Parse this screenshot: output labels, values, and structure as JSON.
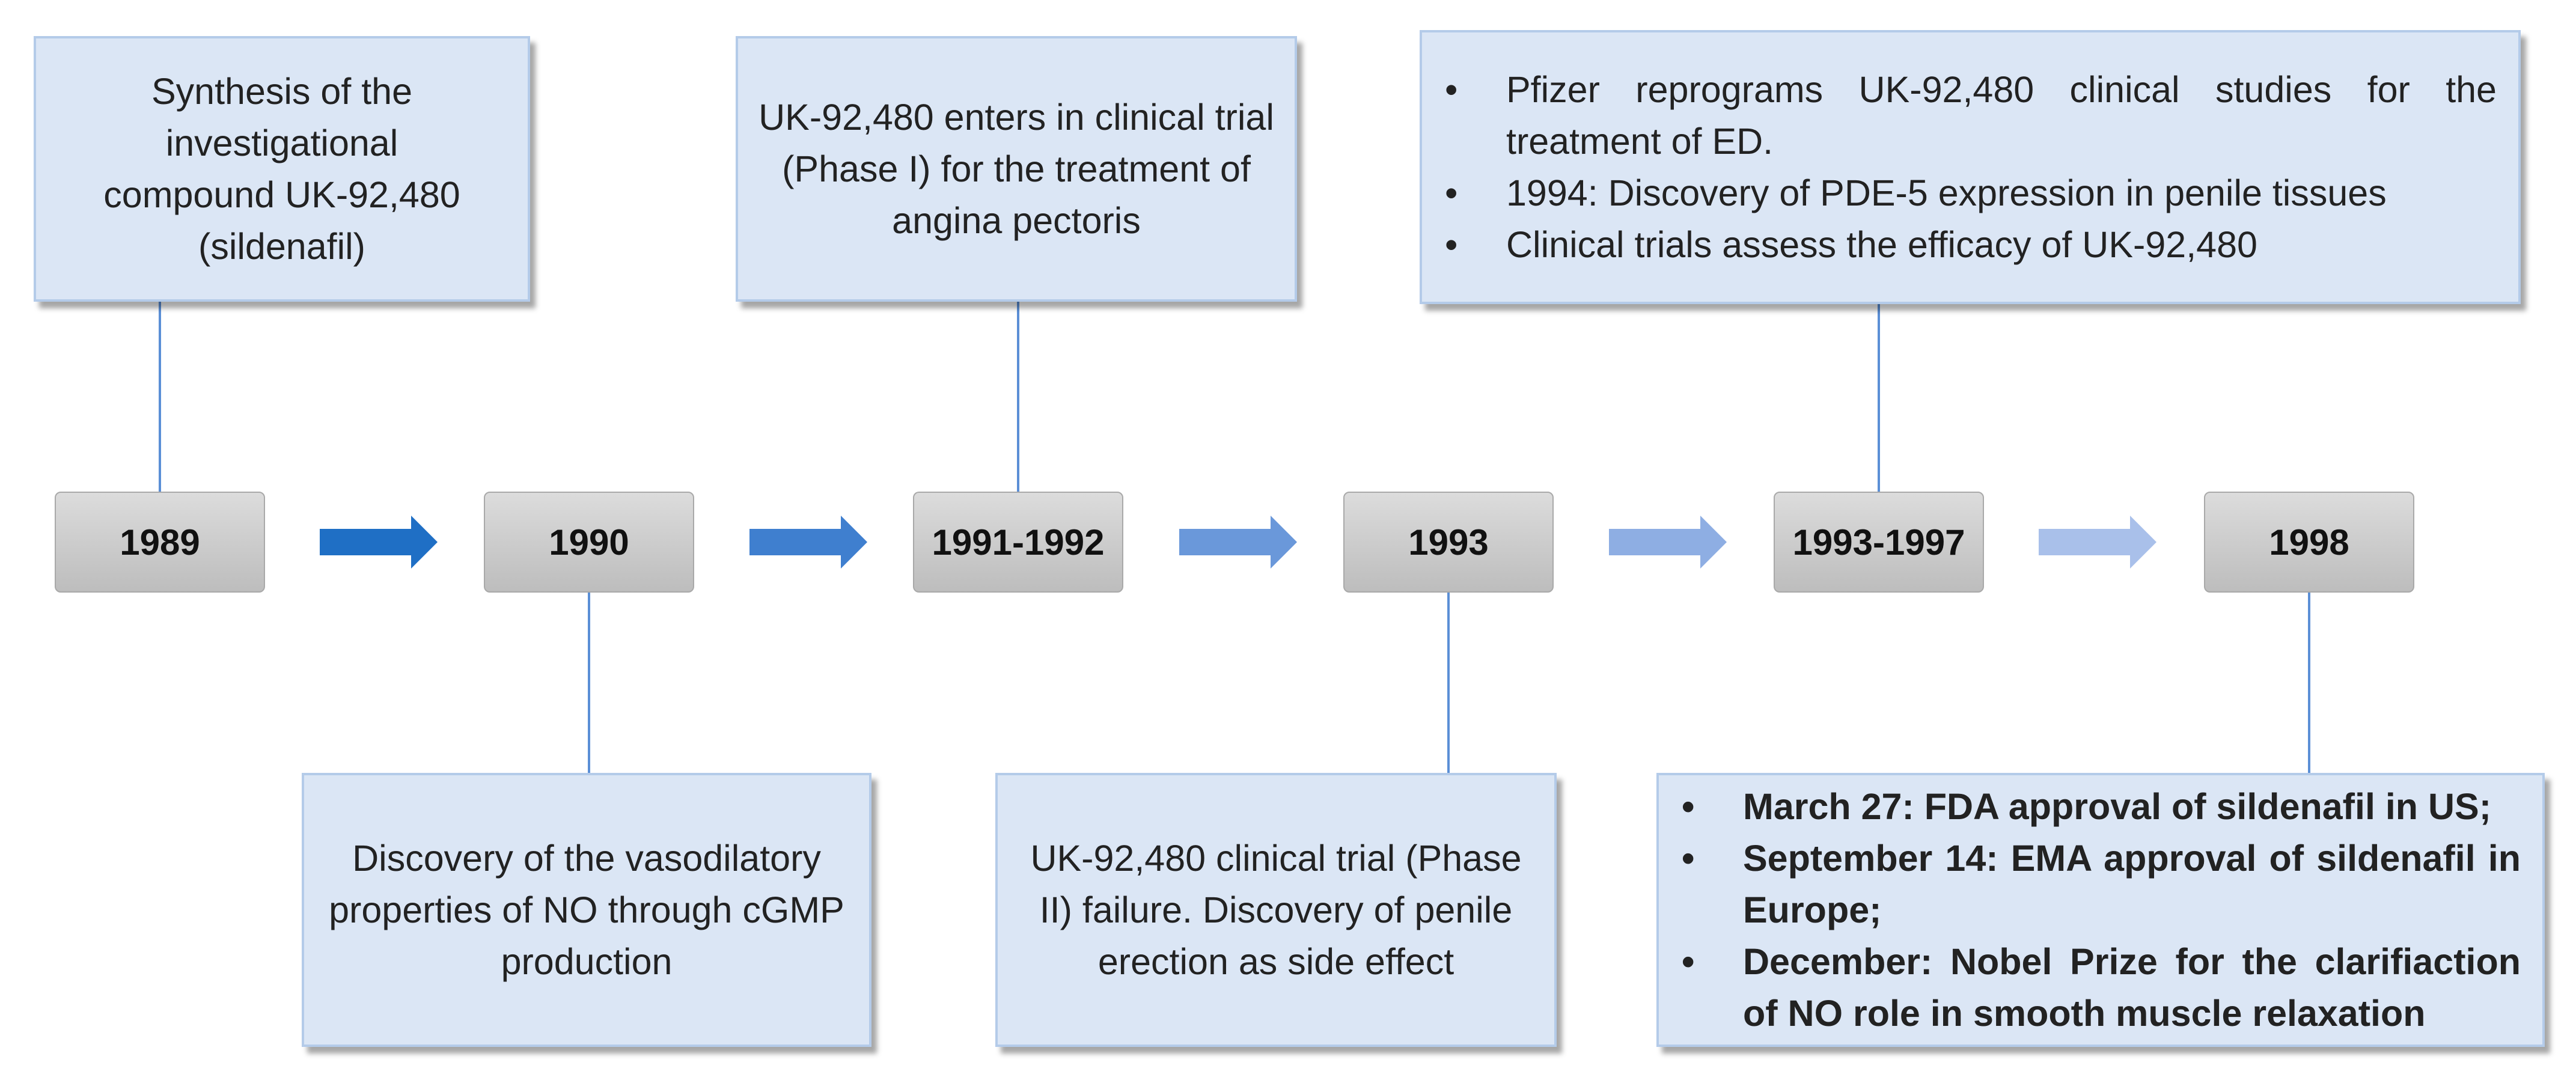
{
  "timeline": {
    "years": [
      "1989",
      "1990",
      "1991-1992",
      "1993",
      "1993-1997",
      "1998"
    ],
    "arrow_colors": [
      "#1f6fc5",
      "#3f7fcf",
      "#6a98da",
      "#8eaee3",
      "#a9c0ea",
      "#c9d7f1"
    ]
  },
  "events": {
    "e1989": "Synthesis of the investigational compound UK-92,480 (sildenafil)",
    "e1990": "Discovery of the vasodilatory properties of NO through cGMP production",
    "e1991": "UK-92,480 enters in clinical trial (Phase I) for the treatment of angina pectoris",
    "e1993": "UK-92,480 clinical trial (Phase II) failure. Discovery of penile erection as side effect",
    "e1993_1997": [
      "Pfizer reprograms UK-92,480 clinical studies for the treatment of ED.",
      "1994: Discovery of PDE-5 expression in penile tissues",
      "Clinical trials assess the efficacy of UK-92,480"
    ],
    "e1998": [
      "March 27: FDA approval of sildenafil in US;",
      "September 14: EMA approval of sildenafil in Europe;",
      "December: Nobel Prize for the clarifiaction of NO role in smooth muscle relaxation"
    ]
  },
  "colors": {
    "box_fill": "#dbe6f5",
    "box_border": "#b4cbe9",
    "connector": "#5b8fd6",
    "year_box": "#cfcfcf"
  }
}
